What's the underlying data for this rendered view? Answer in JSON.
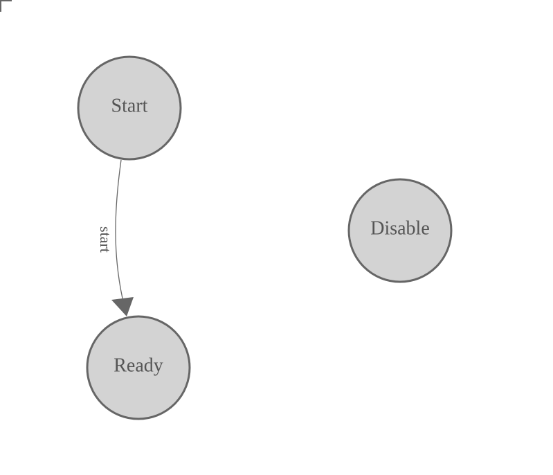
{
  "diagram": {
    "nodes": [
      {
        "id": "Start",
        "label": "Start"
      },
      {
        "id": "Ready",
        "label": "Ready"
      },
      {
        "id": "Disable",
        "label": "Disable"
      }
    ],
    "edges": [
      {
        "from": "Start",
        "to": "Ready",
        "label": "start"
      }
    ],
    "colors": {
      "background": "#ffffff",
      "node_fill": "#d3d3d3",
      "node_stroke": "#666666",
      "node_text": "#555555",
      "edge_stroke": "#666666",
      "arrowhead_fill": "#666666",
      "edge_text": "#555555",
      "corner_mark": "#666666"
    }
  }
}
